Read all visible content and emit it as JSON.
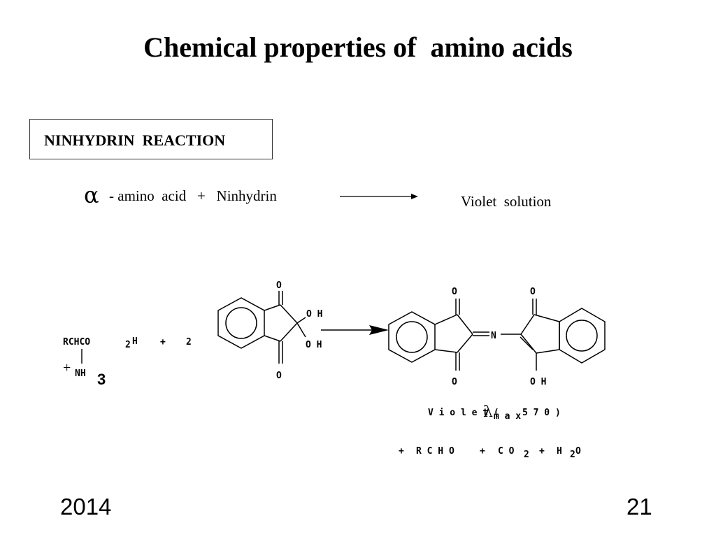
{
  "slide": {
    "title": "Chemical properties of  amino acids",
    "box_label": "NINHYDRIN  REACTION",
    "equation": {
      "alpha": "α",
      "left_text": "- amino  acid   +   Ninhydrin",
      "right_text": "Violet  solution"
    },
    "scheme": {
      "reactant_label": "RCHCO",
      "reactant_sub": "2",
      "reactant_h": "H",
      "plus": "+",
      "coefficient": "2",
      "nh_plus": "+",
      "nh_label": "NH",
      "nh_sub": "3",
      "ninhydrin_o_top": "O",
      "ninhydrin_o_bottom": "O",
      "ninhydrin_oh_1": "O H",
      "ninhydrin_oh_2": "O H",
      "product_o_1": "O",
      "product_o_2": "O",
      "product_o_3": "O",
      "product_oh": "O H",
      "product_n": "N",
      "violet_label": "V i o l e t  (",
      "lambda": "λ",
      "max_sub": "m a x",
      "violet_value": "5 7 0   )",
      "byproducts": {
        "p1": "+",
        "rcho": "R C H O",
        "p2": "+",
        "co": "C O",
        "co_sub": "2",
        "p3": "+",
        "h": "H",
        "h_sub": "2",
        "o": "O"
      }
    },
    "footer": {
      "year": "2014",
      "page": "21"
    }
  }
}
